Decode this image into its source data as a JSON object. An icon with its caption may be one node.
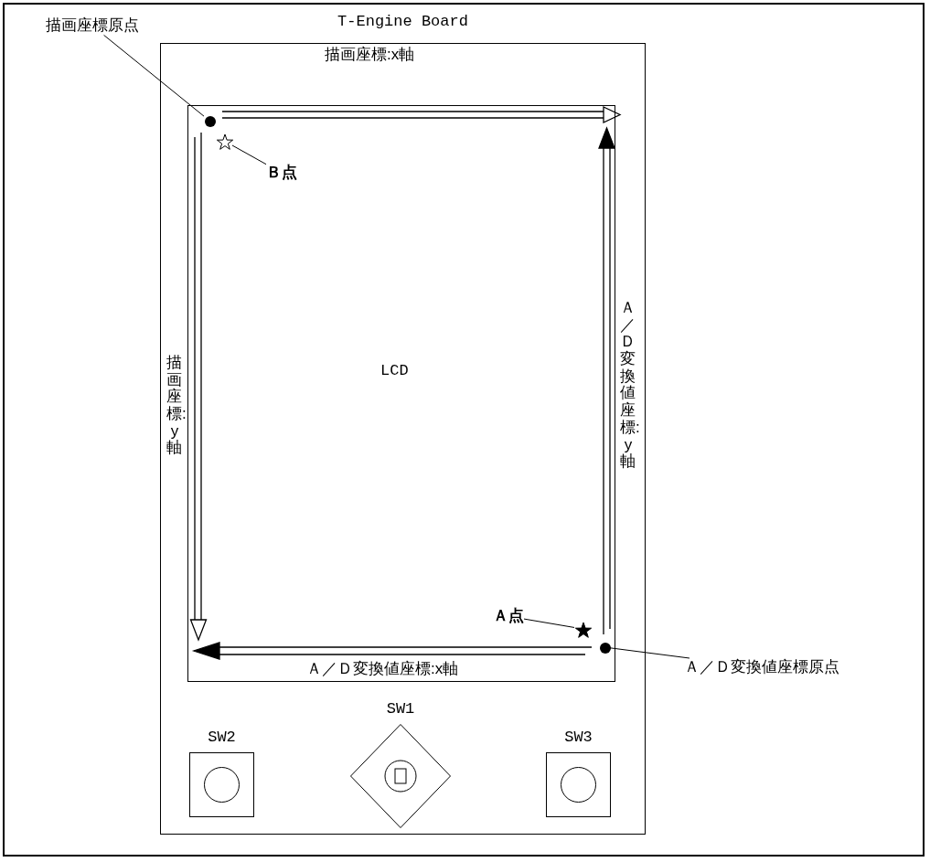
{
  "diagram": {
    "nodes": [
      {
        "text": [
          "T-Engine Board"
        ]
      },
      {
        "text": [
          "LCD"
        ],
        "in": 0
      },
      {
        "text": [
          "描画座標原点"
        ]
      },
      {
        "text": [],
        "shape": "circle",
        "in": 1
      },
      {
        "text": [
          "Ｂ点"
        ],
        "in": 1
      },
      {
        "text": [],
        "shape": "star",
        "in": 1
      },
      {
        "text": [
          "Ａ点"
        ],
        "in": 1
      },
      {
        "text": [],
        "shape": "star",
        "in": 1
      },
      {
        "text": [
          "Ａ／Ｄ変換値座標原点"
        ]
      },
      {
        "text": [],
        "shape": "circle",
        "in": 1
      },
      {
        "text": [
          "SW2"
        ],
        "in": 0
      },
      {
        "text": [
          "SW1"
        ],
        "in": 0
      },
      {
        "text": [
          "SW3"
        ],
        "in": 0
      }
    ],
    "edges": [
      {
        "from": 2,
        "to": 3,
        "arrow": "none"
      },
      {
        "from": 4,
        "to": 5,
        "arrow": "none"
      },
      {
        "from": 6,
        "to": 7,
        "arrow": "none"
      },
      {
        "from": 8,
        "to": 9,
        "arrow": "none"
      }
    ],
    "labels": [
      "描画座標:x軸",
      "描画座標:y軸",
      "Ａ／Ｄ変換値座標:y軸",
      "Ａ／Ｄ変換値座標:x軸"
    ]
  }
}
